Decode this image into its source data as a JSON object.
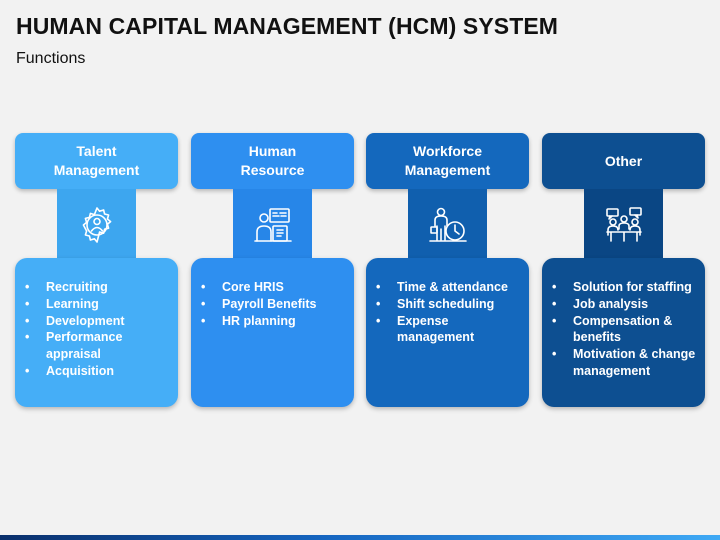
{
  "title": "HUMAN CAPITAL MANAGEMENT (HCM) SYSTEM",
  "subtitle": "Functions",
  "colors": {
    "column_1": "#45aef7",
    "column_2": "#2e8ff0",
    "column_3": "#1468bd",
    "column_4": "#0d4f91"
  },
  "columns": [
    {
      "header": "Talent\nManagement",
      "icon": "gear-person-icon",
      "items": [
        "Recruiting",
        "Learning",
        "Development",
        "Performance appraisal",
        "Acquisition"
      ]
    },
    {
      "header": "Human\nResource",
      "icon": "hr-person-icon",
      "items": [
        "Core HRIS",
        "Payroll Benefits",
        "HR planning"
      ]
    },
    {
      "header": "Workforce\nManagement",
      "icon": "worker-clock-icon",
      "items": [
        "Time & attendance",
        "Shift scheduling",
        "Expense management"
      ]
    },
    {
      "header": "Other",
      "icon": "team-meeting-icon",
      "items": [
        "Solution for staffing",
        "Job analysis",
        "Compensation & benefits",
        "Motivation & change management"
      ]
    }
  ]
}
